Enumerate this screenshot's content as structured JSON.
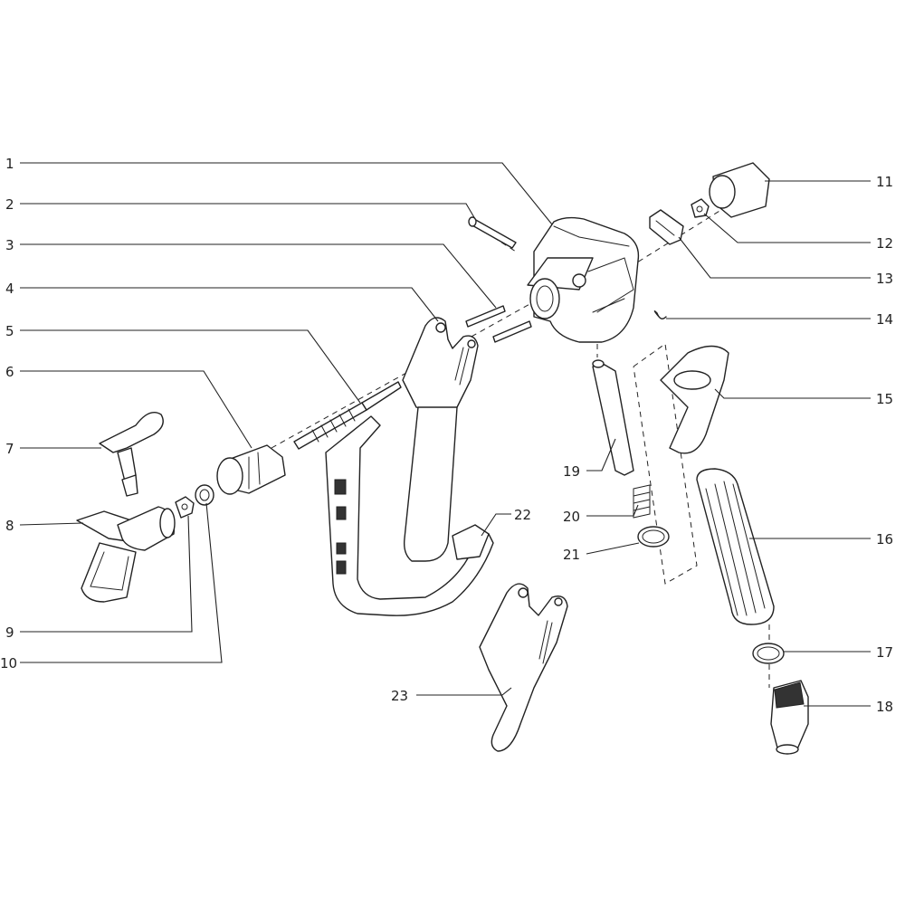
{
  "callouts": [
    {
      "id": "1",
      "label": "1"
    },
    {
      "id": "2",
      "label": "2"
    },
    {
      "id": "3",
      "label": "3"
    },
    {
      "id": "4",
      "label": "4"
    },
    {
      "id": "5",
      "label": "5"
    },
    {
      "id": "6",
      "label": "6"
    },
    {
      "id": "7",
      "label": "7"
    },
    {
      "id": "8",
      "label": "8"
    },
    {
      "id": "9",
      "label": "9"
    },
    {
      "id": "10",
      "label": "10"
    },
    {
      "id": "11",
      "label": "11"
    },
    {
      "id": "12",
      "label": "12"
    },
    {
      "id": "13",
      "label": "13"
    },
    {
      "id": "14",
      "label": "14"
    },
    {
      "id": "15",
      "label": "15"
    },
    {
      "id": "16",
      "label": "16"
    },
    {
      "id": "17",
      "label": "17"
    },
    {
      "id": "18",
      "label": "18"
    },
    {
      "id": "19",
      "label": "19"
    },
    {
      "id": "20",
      "label": "20"
    },
    {
      "id": "21",
      "label": "21"
    },
    {
      "id": "22",
      "label": "22"
    },
    {
      "id": "23",
      "label": "23"
    }
  ],
  "colors": {
    "line": "#222222",
    "background": "#ffffff"
  }
}
